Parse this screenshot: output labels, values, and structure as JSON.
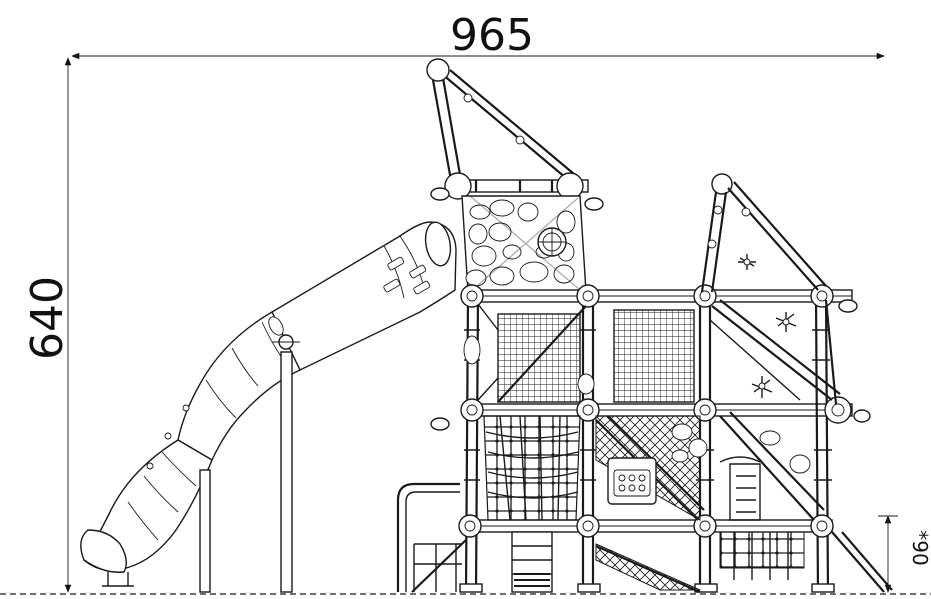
{
  "dimensions": {
    "width_label": "965",
    "height_label": "640",
    "platform_height_label": "*90"
  },
  "colors": {
    "line": "#1a1a1a",
    "background": "#ffffff",
    "ground_dashes": "#1a1a1a"
  }
}
